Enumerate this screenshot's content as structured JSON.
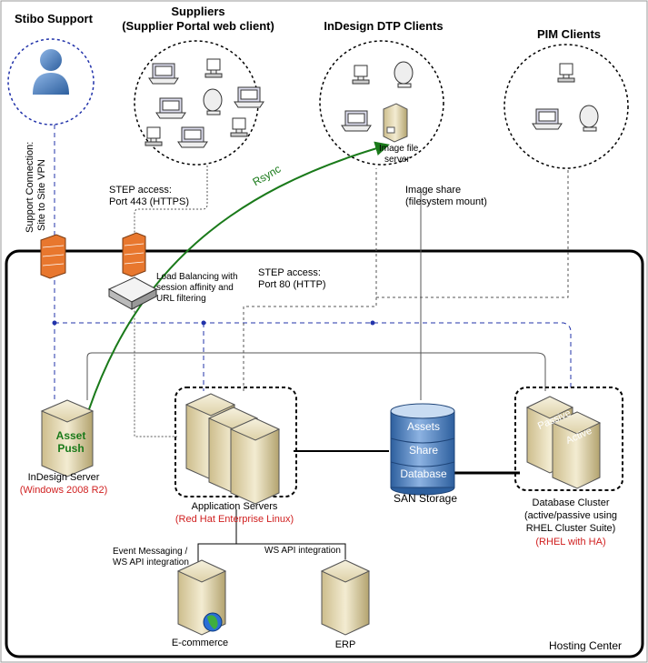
{
  "groups": {
    "stibo_support": "Stibo Support",
    "suppliers": "Suppliers",
    "suppliers_sub": "(Supplier Portal web client)",
    "indesign_dtp": "InDesign DTP Clients",
    "pim": "PIM Clients",
    "hosting_center": "Hosting Center"
  },
  "labels": {
    "support_connection_1": "Support Connection:",
    "support_connection_2": "Site to Site VPN",
    "step_https_1": "STEP access:",
    "step_https_2": "Port 443 (HTTPS)",
    "rsync": "Rsync",
    "image_file_server_1": "Image file",
    "image_file_server_2": "server",
    "image_share_1": "Image share",
    "image_share_2": "(filesystem mount)",
    "step_http_1": "STEP access:",
    "step_http_2": "Port 80 (HTTP)",
    "lb_1": "Load Balancing with",
    "lb_2": "session affinity and",
    "lb_3": "URL filtering",
    "asset_push_1": "Asset",
    "asset_push_2": "Push",
    "indesign_server": "InDesign Server",
    "indesign_server_os": "(Windows 2008 R2)",
    "app_servers": "Application Servers",
    "app_servers_os": "(Red Hat Enterprise Linux)",
    "san_assets": "Assets",
    "san_share": "Share",
    "san_database": "Database",
    "san_storage": "SAN Storage",
    "passive": "Passive",
    "active": "Active",
    "db_cluster_1": "Database Cluster",
    "db_cluster_2": "(active/passive using",
    "db_cluster_3": "RHEL Cluster Suite)",
    "db_cluster_os": "(RHEL with HA)",
    "event_msg_1": "Event Messaging /",
    "event_msg_2": "WS API integration",
    "ws_api": "WS API integration",
    "ecommerce": "E-commerce",
    "erp": "ERP"
  },
  "colors": {
    "os_text": "#d01f1f",
    "rsync_arrow": "#1a7a1a",
    "vpn_dashed": "#2233aa",
    "firewall": "#e8772e"
  }
}
